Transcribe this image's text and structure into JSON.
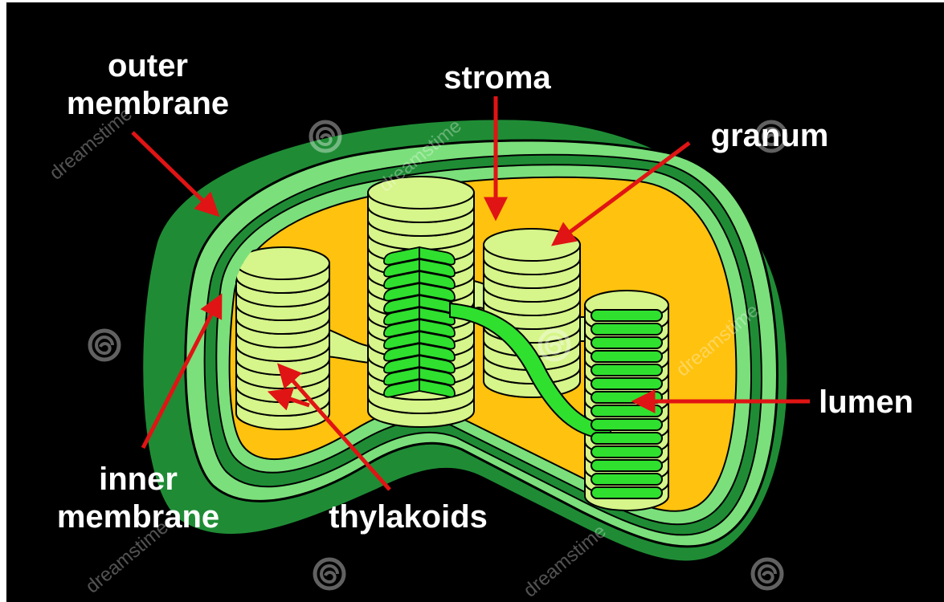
{
  "colors": {
    "background": "#000000",
    "outer_membrane": "#1f8c35",
    "inner_membrane": "#7be07b",
    "stroma": "#ffc20e",
    "thylakoid": "#d6f58a",
    "lumen": "#2fe02f",
    "arrow": "#e01414",
    "label_text": "#ffffff",
    "outline": "#000000"
  },
  "labels": {
    "outer_membrane": [
      "outer",
      "membrane"
    ],
    "stroma": "stroma",
    "granum": "granum",
    "lumen": "lumen",
    "inner_membrane": [
      "inner",
      "membrane"
    ],
    "thylakoids": "thylakoids"
  },
  "watermark": {
    "text": "dreamstime",
    "icon": "spiral-logo-icon",
    "mark": "©"
  }
}
